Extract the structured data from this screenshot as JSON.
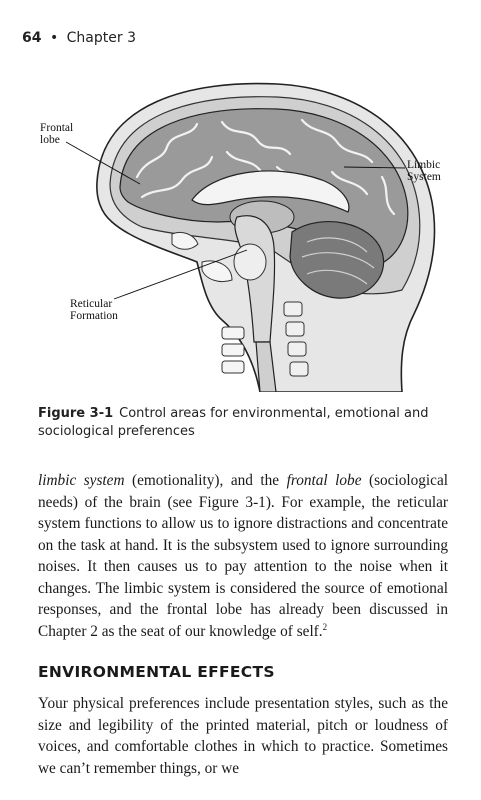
{
  "running_head": {
    "page_number": "64",
    "separator": "•",
    "chapter": "Chapter 3"
  },
  "figure": {
    "labels": {
      "frontal_line1": "Frontal",
      "frontal_line2": "lobe",
      "limbic_line1": "Limbic",
      "limbic_line2": "System",
      "reticular_line1": "Reticular",
      "reticular_line2": "Formation"
    },
    "caption_number": "Figure 3-1",
    "caption_text": "Control areas for environmental, emotional and sociological preferences"
  },
  "body": {
    "p1_t1": "limbic system",
    "p1_t2": " (emotionality), and the ",
    "p1_t3": "frontal lobe",
    "p1_t4": " (sociological needs) of the brain (see Figure 3-1). For example, the reticular system functions to allow us to ignore distractions and concentrate on the task at hand. It is the subsystem used to ignore surrounding noises. It then causes us to pay attention to the noise when it changes. The limbic system is considered the source of emotional responses, and the frontal lobe has already been discussed in Chapter 2 as the seat of our knowledge of self.",
    "p1_ref": "2",
    "heading": "ENVIRONMENTAL EFFECTS",
    "p2": "Your physical preferences include presentation styles, such as the size and legibility of the printed material, pitch or loudness of voices, and comfortable clothes in which to practice. Sometimes we can’t remember things, or we"
  }
}
